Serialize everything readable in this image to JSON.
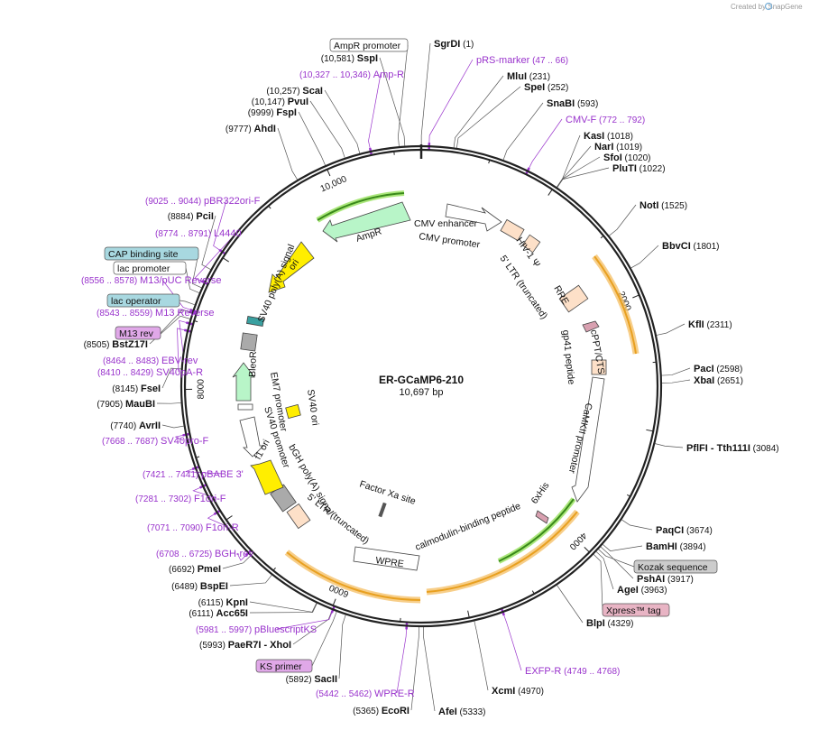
{
  "credit": "Created by SnapGene",
  "plasmid": {
    "name": "ER-GCaMP6-210",
    "size": "10,697 bp",
    "total_bp": 10697
  },
  "colors": {
    "primer": "#9933cc",
    "backbone": "#222222",
    "arrow_green": "#b8f5c8",
    "arrow_yellow": "#ffee00",
    "promoter_white": "#ffffff",
    "orange_highlight": "#f5c26b",
    "green_highlight": "#88dd44"
  },
  "ticks": [
    {
      "label": "2000",
      "bp": 2000
    },
    {
      "label": "4000",
      "bp": 4000
    },
    {
      "label": "6000",
      "bp": 6000
    },
    {
      "label": "8000",
      "bp": 8000
    },
    {
      "label": "10,000",
      "bp": 10000
    }
  ],
  "enzymes": [
    {
      "name": "SgrDI",
      "pos": "(1)",
      "bp": 1
    },
    {
      "name": "MluI",
      "pos": "(231)",
      "bp": 231
    },
    {
      "name": "SpeI",
      "pos": "(252)",
      "bp": 252
    },
    {
      "name": "SnaBI",
      "pos": "(593)",
      "bp": 593
    },
    {
      "name": "KasI",
      "pos": "(1018)",
      "bp": 1018
    },
    {
      "name": "NarI",
      "pos": "(1019)",
      "bp": 1019
    },
    {
      "name": "SfoI",
      "pos": "(1020)",
      "bp": 1020
    },
    {
      "name": "PluTI",
      "pos": "(1022)",
      "bp": 1022
    },
    {
      "name": "NotI",
      "pos": "(1525)",
      "bp": 1525
    },
    {
      "name": "BbvCI",
      "pos": "(1801)",
      "bp": 1801
    },
    {
      "name": "KflI",
      "pos": "(2311)",
      "bp": 2311
    },
    {
      "name": "PacI",
      "pos": "(2598)",
      "bp": 2598
    },
    {
      "name": "XbaI",
      "pos": "(2651)",
      "bp": 2651
    },
    {
      "name": "PflFI - Tth111I",
      "pos": "(3084)",
      "bp": 3084
    },
    {
      "name": "PaqCI",
      "pos": "(3674)",
      "bp": 3674
    },
    {
      "name": "BamHI",
      "pos": "(3894)",
      "bp": 3894
    },
    {
      "name": "PshAI",
      "pos": "(3917)",
      "bp": 3917
    },
    {
      "name": "AgeI",
      "pos": "(3963)",
      "bp": 3963
    },
    {
      "name": "BlpI",
      "pos": "(4329)",
      "bp": 4329
    },
    {
      "name": "XcmI",
      "pos": "(4970)",
      "bp": 4970
    },
    {
      "name": "AfeI",
      "pos": "(5333)",
      "bp": 5333
    },
    {
      "name": "EcoRI",
      "pos": "(5365)",
      "bp": 5365
    },
    {
      "name": "SacII",
      "pos": "(5892)",
      "bp": 5892
    },
    {
      "name": "PaeR7I - XhoI",
      "pos": "(5993)",
      "bp": 5993
    },
    {
      "name": "Acc65I",
      "pos": "(6111)",
      "bp": 6111
    },
    {
      "name": "KpnI",
      "pos": "(6115)",
      "bp": 6115
    },
    {
      "name": "BspEI",
      "pos": "(6489)",
      "bp": 6489
    },
    {
      "name": "PmeI",
      "pos": "(6692)",
      "bp": 6692
    },
    {
      "name": "AvrII",
      "pos": "(7740)",
      "bp": 7740
    },
    {
      "name": "MauBI",
      "pos": "(7905)",
      "bp": 7905
    },
    {
      "name": "FseI",
      "pos": "(8145)",
      "bp": 8145
    },
    {
      "name": "BstZ17I",
      "pos": "(8505)",
      "bp": 8505
    },
    {
      "name": "PciI",
      "pos": "(8884)",
      "bp": 8884
    },
    {
      "name": "AhdI",
      "pos": "(9777)",
      "bp": 9777
    },
    {
      "name": "FspI",
      "pos": "(9999)",
      "bp": 9999
    },
    {
      "name": "PvuI",
      "pos": "(10,147)",
      "bp": 10147
    },
    {
      "name": "ScaI",
      "pos": "(10,257)",
      "bp": 10257
    },
    {
      "name": "SspI",
      "pos": "(10,581)",
      "bp": 10581
    }
  ],
  "primers": [
    {
      "name": "pRS-marker",
      "range": "(47 .. 66)",
      "bp": 56
    },
    {
      "name": "CMV-F",
      "range": "(772 .. 792)",
      "bp": 782
    },
    {
      "name": "EXFP-R",
      "range": "(4749 .. 4768)",
      "bp": 4758
    },
    {
      "name": "WPRE-R",
      "range": "(5442 .. 5462)",
      "bp": 5452
    },
    {
      "name": "pBluescriptKS",
      "range": "(5981 .. 5997)",
      "bp": 5989
    },
    {
      "name": "BGH-rev",
      "range": "(6708 .. 6725)",
      "bp": 6716
    },
    {
      "name": "F1ori-R",
      "range": "(7071 .. 7090)",
      "bp": 7080
    },
    {
      "name": "F1ori-F",
      "range": "(7281 .. 7302)",
      "bp": 7291
    },
    {
      "name": "pBABE 3'",
      "range": "(7421 .. 7441)",
      "bp": 7431
    },
    {
      "name": "SV40pro-F",
      "range": "(7668 .. 7687)",
      "bp": 7677
    },
    {
      "name": "SV40pA-R",
      "range": "(8410 .. 8429)",
      "bp": 8419
    },
    {
      "name": "EBV-rev",
      "range": "(8464 .. 8483)",
      "bp": 8473
    },
    {
      "name": "M13 Reverse",
      "range": "(8543 .. 8559)",
      "bp": 8551
    },
    {
      "name": "M13/pUC Reverse",
      "range": "(8556 .. 8578)",
      "bp": 8567
    },
    {
      "name": "L4440",
      "range": "(8774 .. 8791)",
      "bp": 8782
    },
    {
      "name": "pBR322ori-F",
      "range": "(9025 .. 9044)",
      "bp": 9034
    },
    {
      "name": "Amp-R",
      "range": "(10,327 .. 10,346)",
      "bp": 10336
    }
  ],
  "boxed_labels": [
    {
      "name": "AmpR promoter",
      "bp": 10540,
      "fill": "#ffffff"
    },
    {
      "name": "Kozak sequence",
      "bp": 3940,
      "fill": "#cccccc"
    },
    {
      "name": "Xpress™ tag",
      "bp": 3990,
      "fill": "#e8b4c4"
    },
    {
      "name": "CAP binding site",
      "bp": 8740,
      "fill": "#a8d8e0"
    },
    {
      "name": "lac promoter",
      "bp": 8700,
      "fill": "#ffffff"
    },
    {
      "name": "lac operator",
      "bp": 8610,
      "fill": "#a8d8e0"
    },
    {
      "name": "M13 rev",
      "bp": 8550,
      "fill": "#e0a8e8"
    },
    {
      "name": "KS primer",
      "bp": 5960,
      "fill": "#e0a8e8"
    }
  ],
  "features": [
    {
      "name": "CMV enhancer"
    },
    {
      "name": "CMV promoter"
    },
    {
      "name": "HIV-1 Ψ"
    },
    {
      "name": "5' LTR (truncated)"
    },
    {
      "name": "RRE"
    },
    {
      "name": "cPPT/CTS"
    },
    {
      "name": "gp41 peptide"
    },
    {
      "name": "CaMKII promoter"
    },
    {
      "name": "6xHis"
    },
    {
      "name": "calmodulin-binding peptide"
    },
    {
      "name": "Factor Xa site"
    },
    {
      "name": "WPRE"
    },
    {
      "name": "5' LTR (truncated)"
    },
    {
      "name": "bGH poly(A) signal"
    },
    {
      "name": "f1 ori"
    },
    {
      "name": "SV40 promoter"
    },
    {
      "name": "EM7 promoter"
    },
    {
      "name": "BleoR"
    },
    {
      "name": "SV40 ori"
    },
    {
      "name": "SV40 poly(A) signal"
    },
    {
      "name": "ori"
    },
    {
      "name": "AmpR"
    }
  ]
}
